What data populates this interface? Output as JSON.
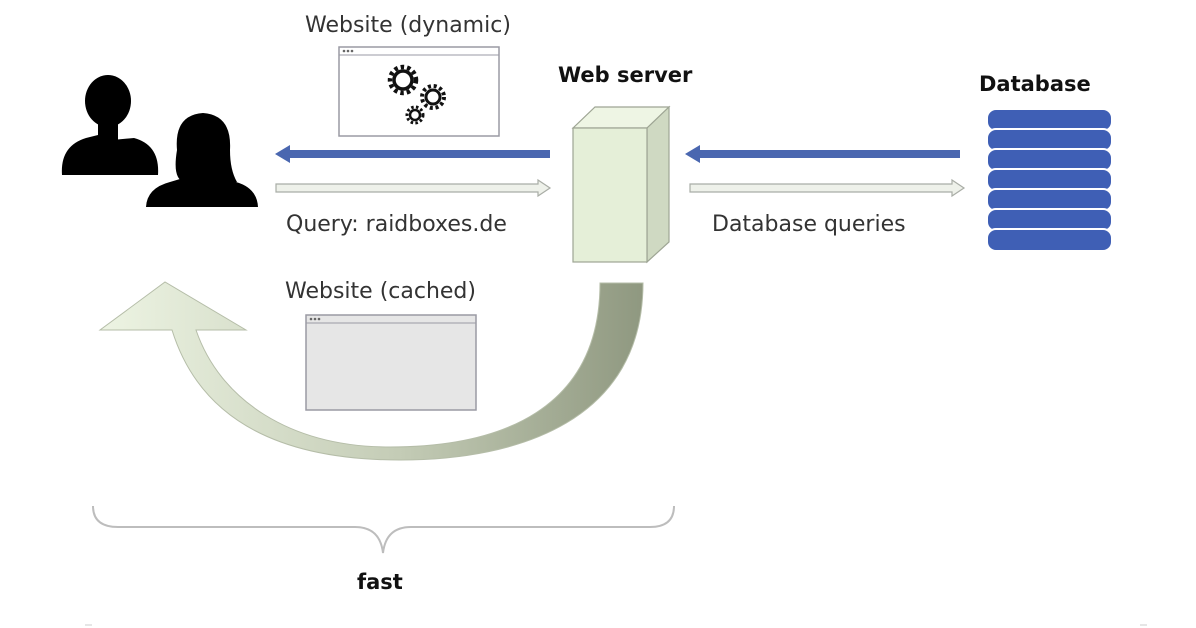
{
  "labels": {
    "website_dynamic": "Website (dynamic)",
    "web_server": "Web server",
    "database": "Database",
    "query": "Query: raidboxes.de",
    "database_queries": "Database queries",
    "website_cached": "Website (cached)",
    "fast": "fast"
  },
  "icons": {
    "users": "users-silhouette-icon",
    "gears": "gears-icon",
    "server": "server-tower-icon",
    "database": "database-stack-icon"
  },
  "colors": {
    "response_arrow": "#4a67b0",
    "request_arrow_fill": "#eef1ea",
    "request_arrow_stroke": "#a9ada6",
    "server_front": "#e5efd8",
    "server_side": "#cfd9c2",
    "database_disk": "#3f5fb5",
    "cache_arrow_light": "#e6f0dc",
    "cache_arrow_dark": "#9ea78f",
    "silhouette": "#000000"
  }
}
